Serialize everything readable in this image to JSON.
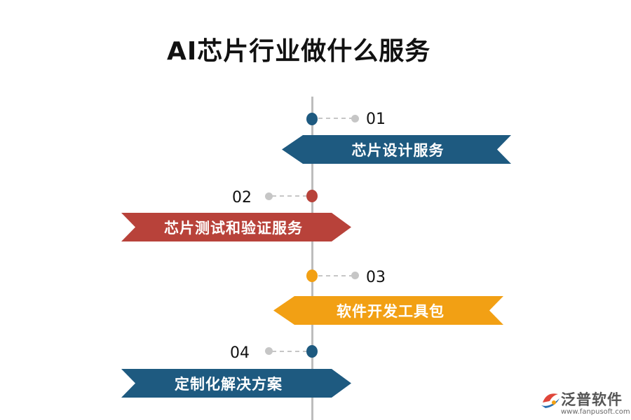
{
  "title": "AI芯片行业做什么服务",
  "colors": {
    "blue": "#1e5a80",
    "red": "#b8423a",
    "orange": "#f2a014",
    "connector_gray": "#c6c6c6",
    "axis_gray": "#bdbdbd"
  },
  "items": [
    {
      "number": "01",
      "label": "芯片设计服务",
      "color": "#1e5a80"
    },
    {
      "number": "02",
      "label": "芯片测试和验证服务",
      "color": "#b8423a"
    },
    {
      "number": "03",
      "label": "软件开发工具包",
      "color": "#f2a014"
    },
    {
      "number": "04",
      "label": "定制化解决方案",
      "color": "#1e5a80"
    }
  ],
  "logo": {
    "name": "泛普软件",
    "url": "www.fanpusoft.com",
    "icon": "fanpu-logo-icon"
  }
}
